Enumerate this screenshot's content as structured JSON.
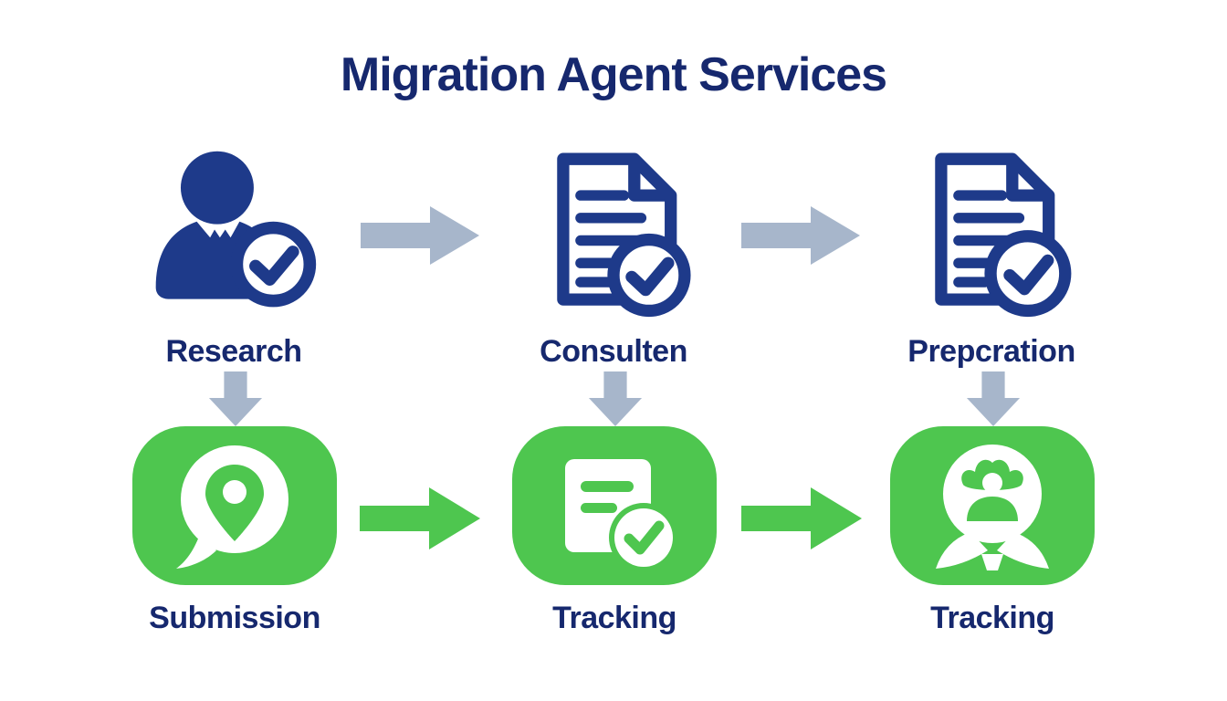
{
  "title": "Migration Agent Services",
  "colors": {
    "navy": "#1e3a8a",
    "navy_text": "#16286e",
    "green": "#4ec64f",
    "arrow_gray": "#a7b6cb",
    "background": "#ffffff"
  },
  "rows": [
    {
      "steps": [
        {
          "label": "Research",
          "icon": "person-check-icon"
        },
        {
          "label": "Consulten",
          "icon": "document-check-icon"
        },
        {
          "label": "Prepcration",
          "icon": "document-check-icon"
        }
      ]
    },
    {
      "steps": [
        {
          "label": "Submission",
          "icon": "location-bubble-icon"
        },
        {
          "label": "Tracking",
          "icon": "note-check-icon"
        },
        {
          "label": "Tracking",
          "icon": "person-badge-icon"
        }
      ]
    }
  ],
  "arrows": {
    "row1_style": "gray-right-arrow",
    "row2_style": "green-right-arrow",
    "connector_style": "gray-down-arrow"
  }
}
